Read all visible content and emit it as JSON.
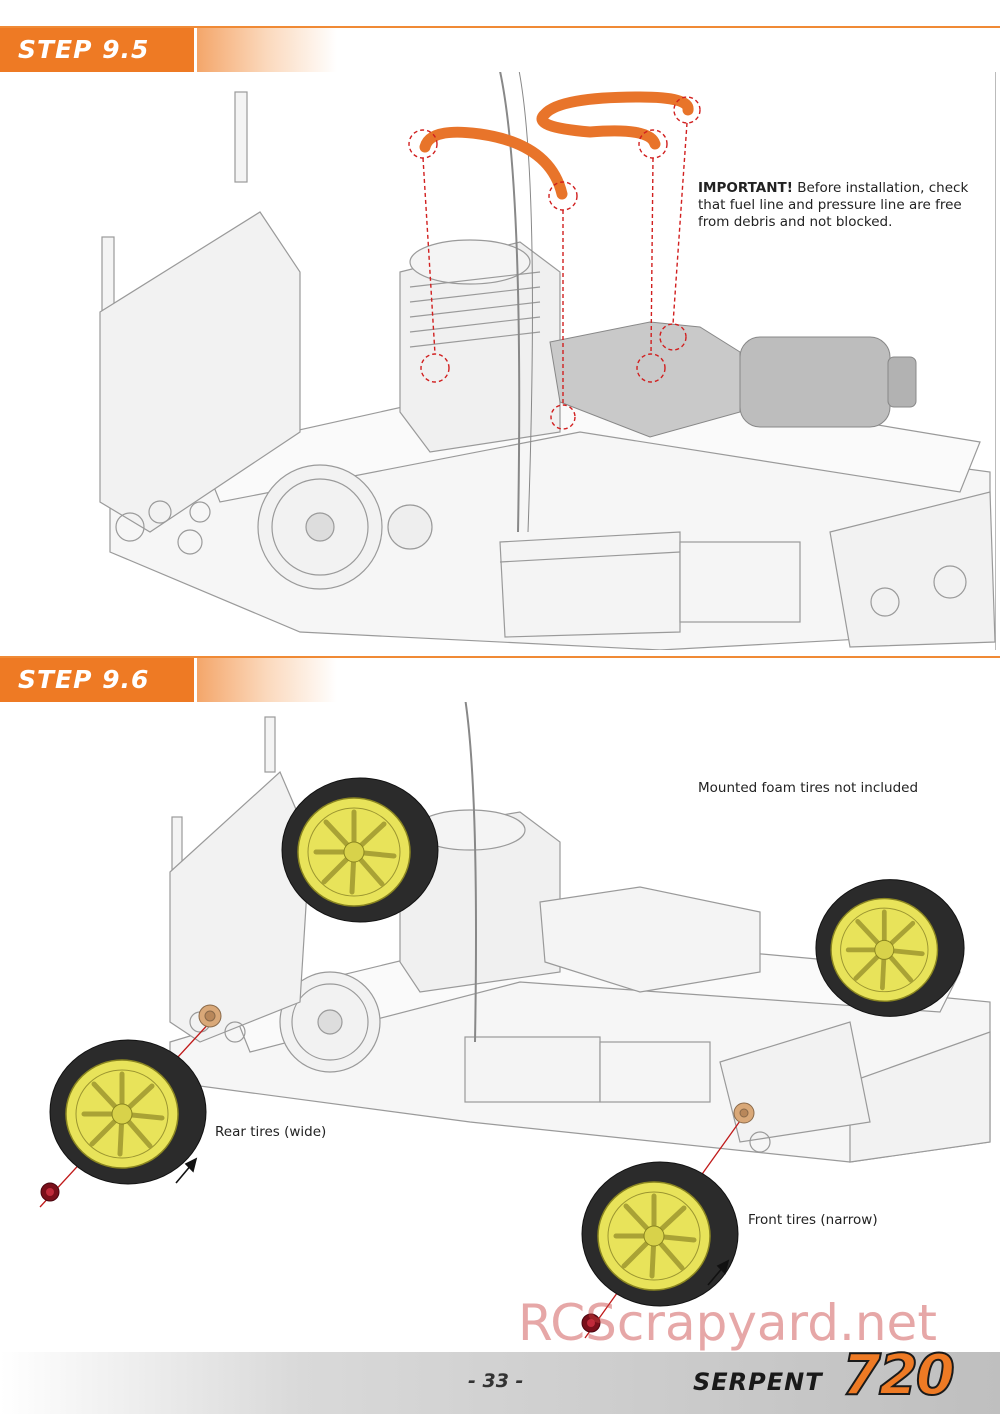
{
  "step_9_5": {
    "label": "STEP 9.5",
    "note_bold": "IMPORTANT!",
    "note_text": "Before installation, check that fuel line and pressure line are free from debris and not blocked."
  },
  "step_9_6": {
    "label": "STEP 9.6",
    "note_mounted": "Mounted foam tires not included",
    "label_rear": "Rear tires (wide)",
    "label_front": "Front tires (narrow)"
  },
  "footer": {
    "page_number": "- 33 -",
    "brand": "SERPENT",
    "model": "720"
  },
  "watermark": "RCScrapyard.net",
  "colors": {
    "accent": "#ee7a24",
    "fuel_line": "#e8742a",
    "wheel": "#e8e35a",
    "tire": "#2b2b2b",
    "guide": "#d11f1f"
  }
}
